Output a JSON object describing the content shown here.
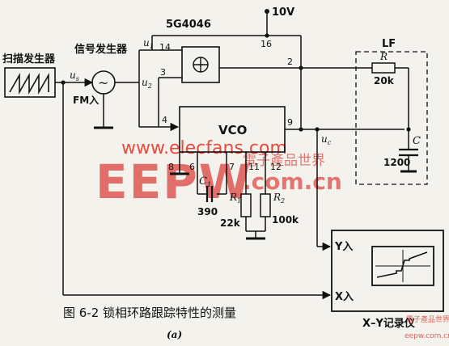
{
  "watermark": {
    "domain_text": "www.elecfans.com",
    "brand_letters": "EEPW",
    "brand_domain": ".com.cn",
    "brand_cn": "電子產品世界",
    "corner_small": "eepw.com.cn",
    "corner_cn": "電子產品世界",
    "color_red": "#d9231f",
    "color_fans": "#e63a2e"
  },
  "sweep": {
    "label": "扫描发生器"
  },
  "signal_gen": {
    "label": "信号发生器",
    "symbol": "~",
    "fm_label": "FM入",
    "us_label": "u",
    "us_sub": "s"
  },
  "chip": {
    "name": "5G4046",
    "vco_label": "VCO",
    "pin_14": "14",
    "pin_3": "3",
    "pin_4": "4",
    "pin_2": "2",
    "pin_9": "9",
    "pin_16": "16",
    "pin_8": "8",
    "pin_6": "6",
    "pin_7": "7",
    "pin_11": "11",
    "pin_12": "12",
    "u1": "u",
    "u1_sub": "1",
    "u2": "u",
    "u2_sub": "2"
  },
  "supply": {
    "label": "10V"
  },
  "lf": {
    "title": "LF",
    "r_label": "R",
    "r_value": "20k",
    "c_label": "C",
    "c_value": "1200"
  },
  "uc": {
    "label": "u",
    "sub": "c"
  },
  "c1": {
    "label": "C",
    "sub": "1",
    "value": "390"
  },
  "r1": {
    "label": "R",
    "sub": "1",
    "value": "22k"
  },
  "r2": {
    "label": "R",
    "sub": "2",
    "value": "100k"
  },
  "recorder": {
    "y_in": "Y入",
    "x_in": "X入",
    "name": "X–Y记录仪"
  },
  "caption": {
    "text": "图 6-2  锁相环路跟踪特性的测量",
    "sub": "(a)"
  }
}
